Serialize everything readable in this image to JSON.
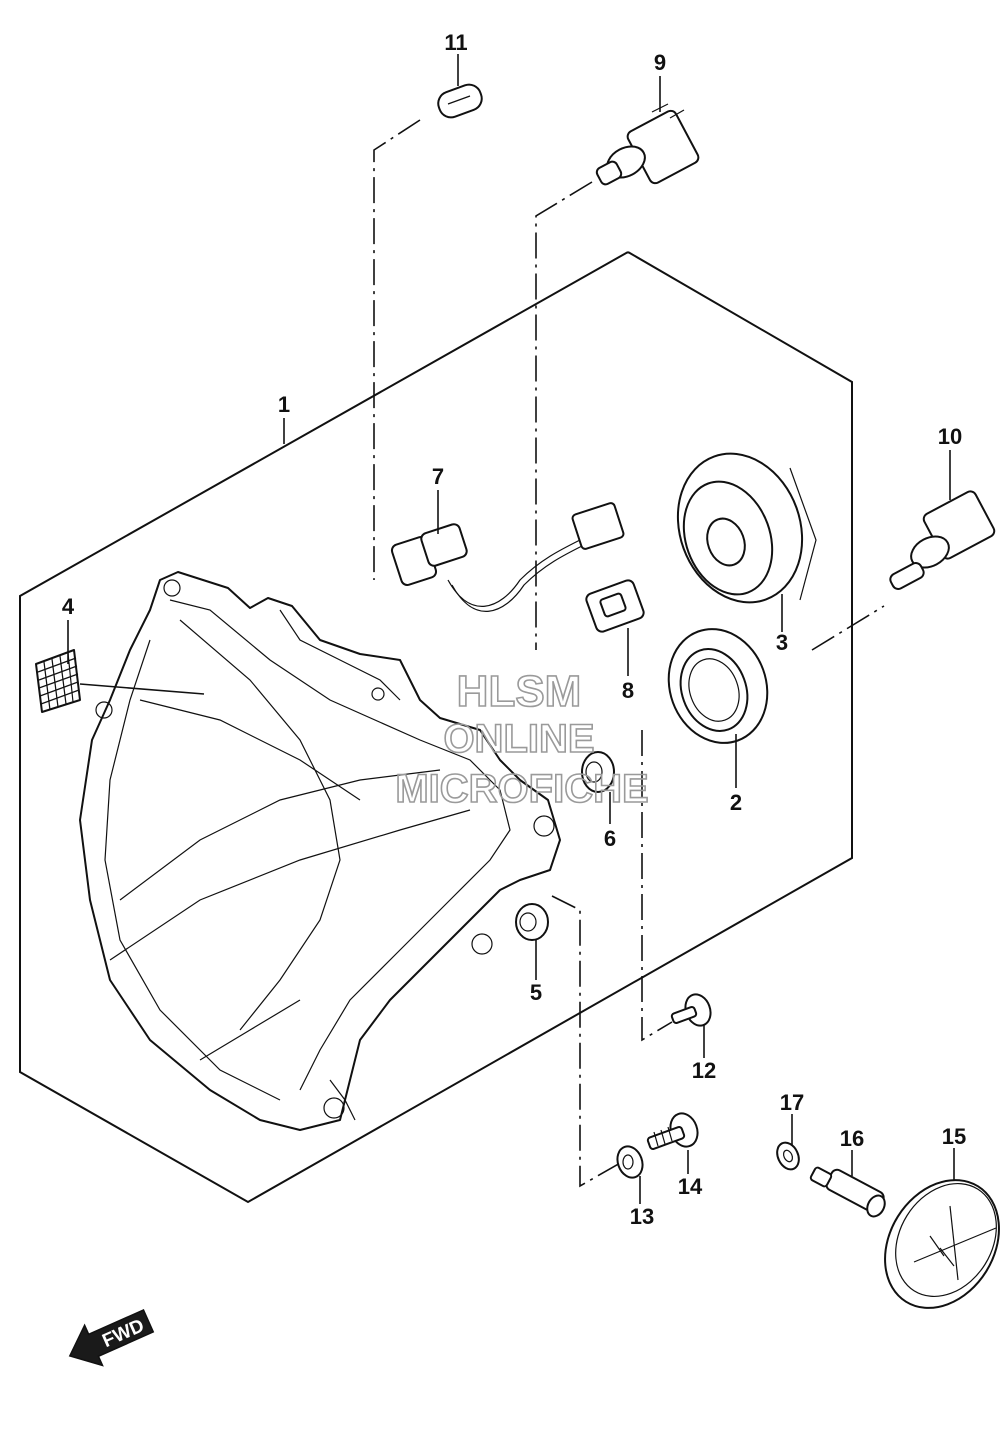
{
  "diagram": {
    "parts": [
      {
        "id": "1",
        "label": "1"
      },
      {
        "id": "2",
        "label": "2"
      },
      {
        "id": "3",
        "label": "3"
      },
      {
        "id": "4",
        "label": "4"
      },
      {
        "id": "5",
        "label": "5"
      },
      {
        "id": "6",
        "label": "6"
      },
      {
        "id": "7",
        "label": "7"
      },
      {
        "id": "8",
        "label": "8"
      },
      {
        "id": "9",
        "label": "9"
      },
      {
        "id": "10",
        "label": "10"
      },
      {
        "id": "11",
        "label": "11"
      },
      {
        "id": "12",
        "label": "12"
      },
      {
        "id": "13",
        "label": "13"
      },
      {
        "id": "14",
        "label": "14"
      },
      {
        "id": "15",
        "label": "15"
      },
      {
        "id": "16",
        "label": "16"
      },
      {
        "id": "17",
        "label": "17"
      }
    ],
    "watermark": [
      "HLSM",
      "ONLINE",
      "MICROFICHE"
    ],
    "direction_arrow": "FWD"
  }
}
